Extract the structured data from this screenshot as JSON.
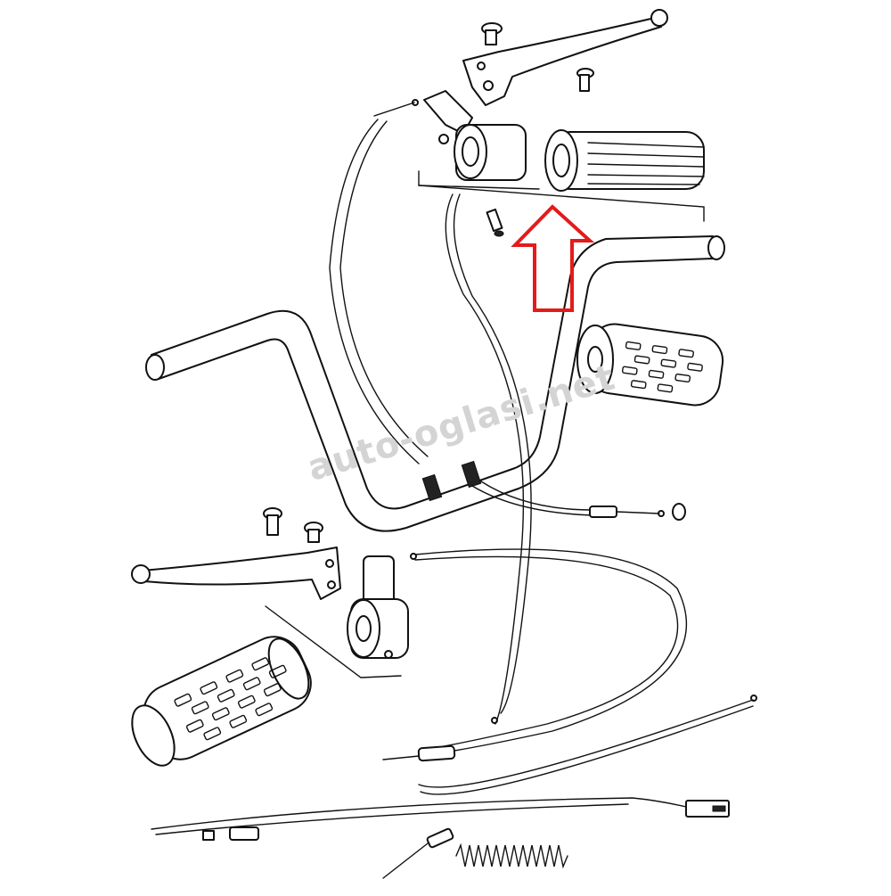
{
  "watermark": {
    "text": "auto-oglasi.net"
  },
  "colors": {
    "highlight_arrow": "#e41b1b",
    "line_art": "#111111",
    "background": "#ffffff",
    "watermark": "#d4d4d4"
  },
  "parts": [
    {
      "name": "handlebar",
      "icon": "handlebar-tube"
    },
    {
      "name": "throttle-grip",
      "icon": "ribbed-grip",
      "highlighted": true
    },
    {
      "name": "right-brake-lever",
      "icon": "lever"
    },
    {
      "name": "left-clutch-lever",
      "icon": "lever"
    },
    {
      "name": "right-grip",
      "icon": "grip"
    },
    {
      "name": "left-grip",
      "icon": "grip"
    },
    {
      "name": "throttle-housing",
      "icon": "housing"
    },
    {
      "name": "left-housing",
      "icon": "housing"
    },
    {
      "name": "cables",
      "icon": "cable"
    },
    {
      "name": "spring",
      "icon": "spring"
    }
  ]
}
